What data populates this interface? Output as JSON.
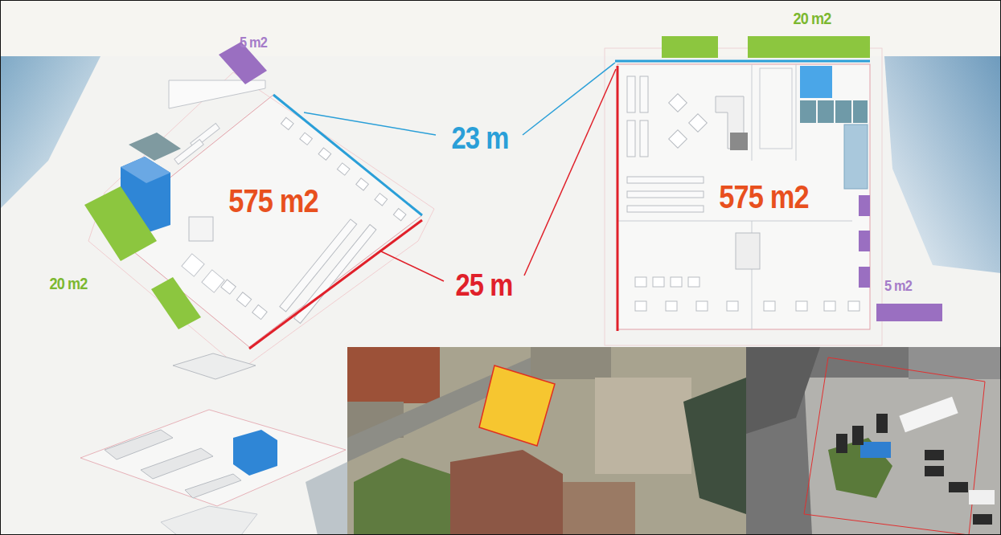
{
  "diagram": {
    "labels": [
      "5 m2",
      "20 m2",
      "23 m",
      "575 m2",
      "575 m2",
      "20 m2",
      "25 m",
      "5 m2"
    ]
  }
}
